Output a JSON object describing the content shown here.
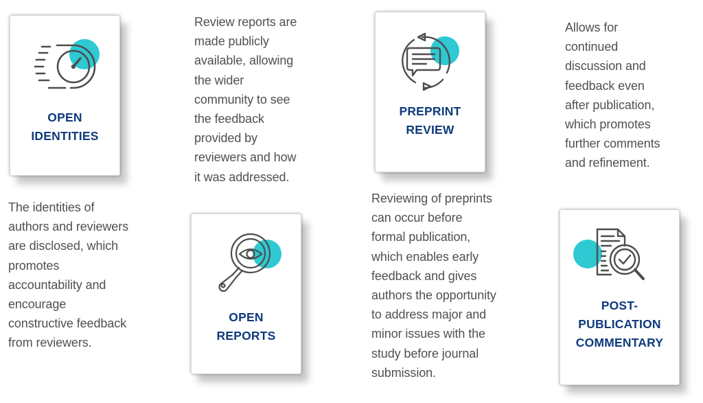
{
  "colors": {
    "title": "#0f3a7d",
    "accent_circle": "#2ec9d2",
    "icon_stroke": "#4d4d4d",
    "body_text": "#505050",
    "card_bg": "#ffffff"
  },
  "cards": [
    {
      "id": "open-identities",
      "icon": "speedometer-icon",
      "title": "OPEN\nIDENTITIES",
      "description": "The identities of\nauthors and reviewers\nare disclosed, which\npromotes\naccountability and\nencourage\nconstructive feedback\nfrom reviewers."
    },
    {
      "id": "open-reports",
      "icon": "magnifier-eye-icon",
      "title": "OPEN\nREPORTS",
      "description": "Review reports are\nmade publicly\navailable, allowing\nthe wider\ncommunity to see\nthe feedback\nprovided by\nreviewers and how\nit was addressed."
    },
    {
      "id": "preprint-review",
      "icon": "chat-cycle-icon",
      "title": "PREPRINT\nREVIEW",
      "description": "Reviewing of preprints\ncan occur before\nformal publication,\nwhich enables early\nfeedback and gives\nauthors the opportunity\nto address major and\nminor issues with the\nstudy before journal\nsubmission."
    },
    {
      "id": "post-publication-commentary",
      "icon": "document-check-icon",
      "title": "POST-\nPUBLICATION\nCOMMENTARY",
      "description": "Allows for\ncontinued\ndiscussion and\nfeedback even\nafter publication,\nwhich promotes\nfurther comments\nand refinement."
    }
  ]
}
